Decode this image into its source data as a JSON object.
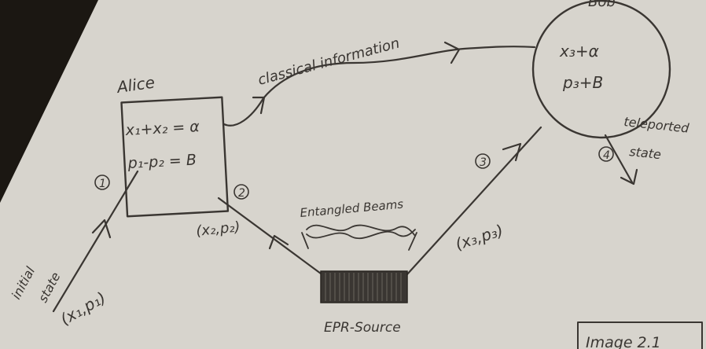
{
  "diagram": {
    "alice_label": "Alice",
    "bob_label": "Bob",
    "alice_eq1": "x₁+x₂ = α",
    "alice_eq2": "p₁-p₂ = B",
    "bob_eq1": "x₃+α",
    "bob_eq2": "p₃+B",
    "classical_label": "classical information",
    "teleported_label_1": "teleported",
    "teleported_label_2": "state",
    "entangled_label": "Entangled Beams",
    "epr_label": "EPR-Source",
    "x2p2": "(x₂,p₂)",
    "x3p3": "(x₃,p₃)",
    "x1p1": "(x₁,p₁)",
    "initial_label_1": "initial",
    "initial_label_2": "state",
    "step1": "1",
    "step2": "2",
    "step3": "3",
    "step4": "4",
    "caption": "Image 2.1"
  },
  "colors": {
    "paper": "#d7d4cd",
    "ink": "#3a3632",
    "background": "#1b1712"
  }
}
